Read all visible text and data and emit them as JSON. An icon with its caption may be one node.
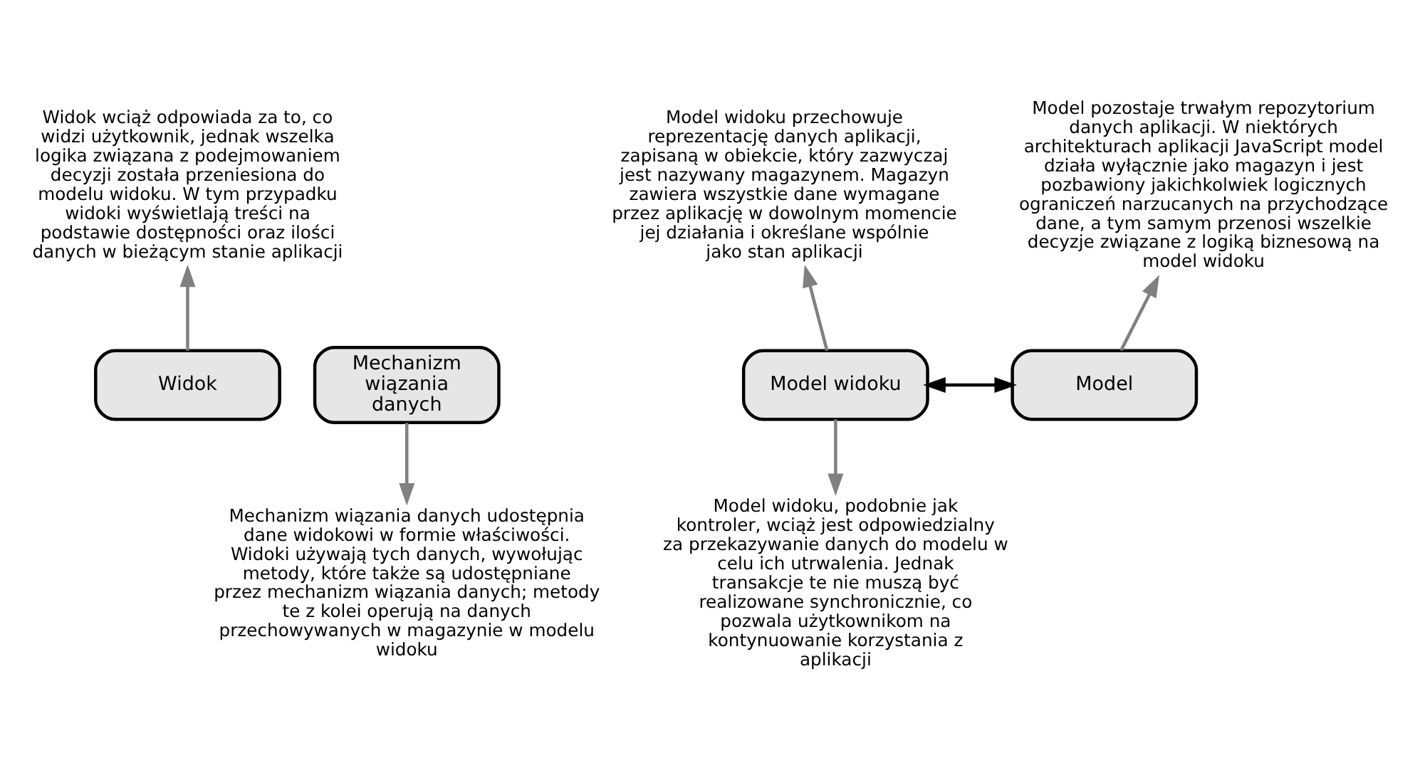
{
  "diagram": {
    "nodes": [
      {
        "text": [
          "Widok"
        ]
      },
      {
        "text": [
          "Mechanizm wiązania danych"
        ]
      },
      {
        "text": [
          "Model widoku"
        ]
      },
      {
        "text": [
          "Model"
        ]
      },
      {
        "text": [
          "Widok wciąż odpowiada za to, co widzi użytkownik, jednak wszelka logika związana z podejmowaniem decyzji została przeniesiona do modelu widoku. W tym przypadku widoki wyświetlają treści na podstawie dostępności oraz ilości danych w bieżącym stanie aplikacji"
        ]
      },
      {
        "text": [
          "Model widoku przechowuje reprezentację danych aplikacji, zapisaną w obiekcie, który zazwyczaj jest nazywany magazynem. Magazyn zawiera wszystkie dane wymagane przez aplikację w dowolnym momencie jej działania i określane wspólnie jako stan aplikacji"
        ]
      },
      {
        "text": [
          "Model pozostaje trwałym repozytorium danych aplikacji. W niektórych architekturach aplikacji JavaScript model działa wyłącznie jako magazyn i jest pozbawiony jakichkolwiek logicznych ograniczeń narzucanych na przychodzące dane, a tym samym przenosi wszelkie decyzje związane z logiką biznesową na model widoku"
        ]
      },
      {
        "text": [
          "Mechanizm wiązania danych udostępnia dane widokowi w formie właściwości. Widoki używają tych danych, wywołując metody, które także są udostępniane przez mechanizm wiązania danych; metody te z kolei operują na danych przechowywanych w magazynie w modelu widoku"
        ]
      },
      {
        "text": [
          "Model widoku, podobnie jak kontroler, wciąż jest odpowiedzialny za przekazywanie danych do modelu w celu ich utrwalenia. Jednak transakcje te nie muszą być realizowane synchronicznie, co pozwala użytkownikom na kontynuowanie korzystania z aplikacji"
        ]
      }
    ],
    "edges": [
      {
        "from": 0,
        "to": 4,
        "arrow": "to"
      },
      {
        "from": 2,
        "to": 5,
        "arrow": "to"
      },
      {
        "from": 3,
        "to": 6,
        "arrow": "to"
      },
      {
        "from": 2,
        "to": 3,
        "arrow": "both",
        "color": "#000000"
      },
      {
        "from": 1,
        "to": 7,
        "arrow": "to"
      },
      {
        "from": 2,
        "to": 8,
        "arrow": "to"
      }
    ]
  }
}
